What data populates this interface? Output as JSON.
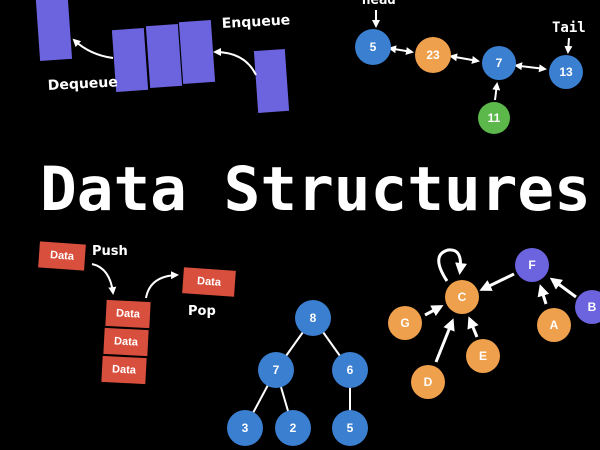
{
  "title": "Data Structures",
  "colors": {
    "background": "#000000",
    "queue": "#6c63df",
    "stack": "#d94f3e",
    "blue": "#3b7fd0",
    "orange": "#eea04d",
    "green": "#5cb84a",
    "purple": "#6c63df"
  },
  "queue": {
    "enqueue_label": "Enqueue",
    "dequeue_label": "Dequeue"
  },
  "linked_list": {
    "head_label": "Head",
    "tail_label": "Tail",
    "nodes": [
      "5",
      "23",
      "7",
      "13",
      "11"
    ]
  },
  "stack": {
    "push_label": "Push",
    "pop_label": "Pop",
    "item_label": "Data"
  },
  "tree": {
    "nodes": [
      "8",
      "7",
      "6",
      "3",
      "2",
      "5"
    ]
  },
  "graph": {
    "nodes": [
      "C",
      "F",
      "B",
      "A",
      "G",
      "E",
      "D"
    ]
  }
}
